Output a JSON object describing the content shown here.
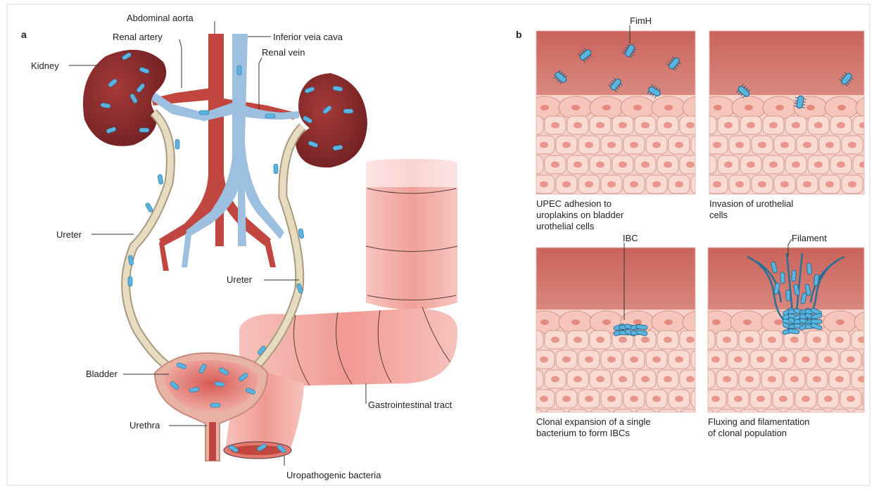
{
  "panel_a": {
    "panel_label": "a",
    "labels": {
      "abdominal_aorta": "Abdominal aorta",
      "renal_artery": "Renal artery",
      "inferior_vena_cava": "Inferior veia cava",
      "renal_vein": "Renal vein",
      "kidney": "Kidney",
      "ureter_left": "Ureter",
      "ureter_right": "Ureter",
      "bladder": "Bladder",
      "urethra": "Urethra",
      "gastrointestinal_tract": "Gastrointestinal tract",
      "uropathogenic_bacteria": "Uropathogenic bacteria"
    }
  },
  "panel_b": {
    "panel_label": "b",
    "fimh_label": "FimH",
    "ibc_label": "IBC",
    "filament_label": "Filament",
    "captions": [
      [
        "UPEC adhesion to",
        "uroplakins on bladder",
        "urothelial cells"
      ],
      [
        "Invasion of urothelial",
        "cells"
      ],
      [
        "Clonal expansion of a single",
        "bacterium to form IBCs"
      ],
      [
        "Fluxing and filamentation",
        "of clonal population"
      ]
    ]
  },
  "colors": {
    "artery": "#c0463f",
    "vein": "#9dbfe0",
    "kidney": "#8e2b2b",
    "ureter": "#e8dcc0",
    "bacteria": "#5ab4e0",
    "gut": "#f3a9a3",
    "bladder_tissue": "#d3685f",
    "cells": "#f8d3cc"
  }
}
